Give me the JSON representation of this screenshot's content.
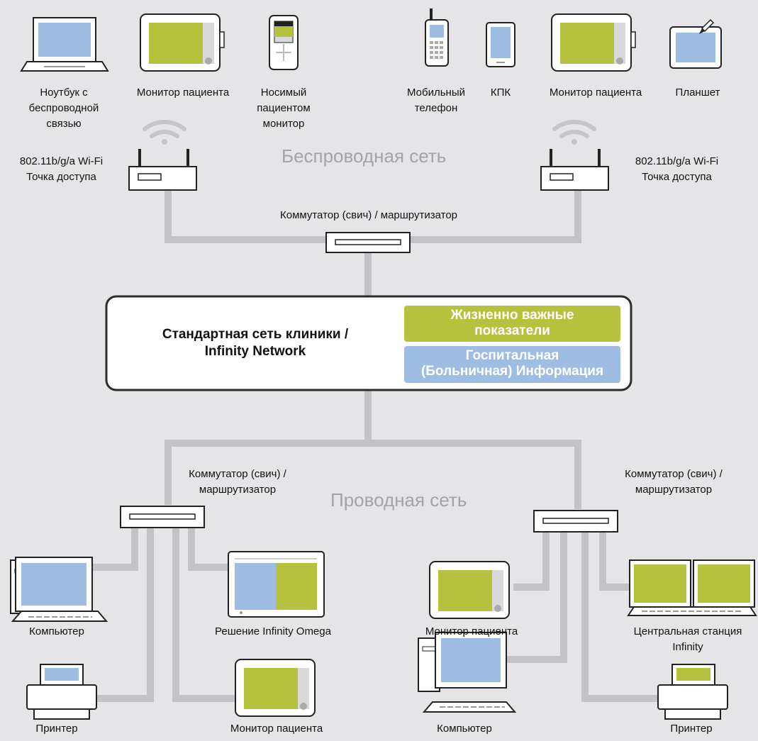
{
  "colors": {
    "background": "#e5e5e8",
    "link": "#c3c3c7",
    "wifi": "#c6c6ca",
    "vital": "#b5c23d",
    "info": "#9fbde3",
    "frame": "#2b2b2b"
  },
  "wireless": {
    "title": "Беспроводная сеть",
    "devices": [
      {
        "icon": "laptop-icon",
        "label": "Ноутбук с\nбеспроводной\nсвязью"
      },
      {
        "icon": "patient-monitor-icon",
        "label": "Монитор пациента"
      },
      {
        "icon": "wearable-monitor-icon",
        "label": "Носимый\nпациентом\nмонитор"
      },
      {
        "icon": "mobile-phone-icon",
        "label": "Мобильный\nтелефон"
      },
      {
        "icon": "pda-icon",
        "label": "КПК"
      },
      {
        "icon": "patient-monitor-icon",
        "label": "Монитор пациента"
      },
      {
        "icon": "tablet-icon",
        "label": "Планшет"
      }
    ],
    "access_point_left": "802.11b/g/a Wi-Fi\nТочка доступа",
    "access_point_right": "802.11b/g/a Wi-Fi\nТочка доступа",
    "switch_label": "Коммутатор (свич) / маршрутизатор"
  },
  "hub": {
    "title": "Стандартная сеть клиники /\nInfinity Network",
    "vital_label": "Жизненно важные\nпоказатели",
    "info_label": "Госпитальная\n(Больничная) Информация"
  },
  "wired": {
    "title": "Проводная сеть",
    "switch_left": "Коммутатор (свич) /\nмаршрутизатор",
    "switch_right": "Коммутатор (свич) /\nмаршрутизатор",
    "left_devices": [
      {
        "icon": "computer-icon",
        "label": "Компьютер"
      },
      {
        "icon": "infinity-omega-icon",
        "label": "Решение Infinity Omega"
      },
      {
        "icon": "printer-icon",
        "label": "Принтер"
      },
      {
        "icon": "patient-monitor-icon",
        "label": "Монитор пациента"
      }
    ],
    "right_devices": [
      {
        "icon": "patient-monitor-icon",
        "label": "Монитор пациента"
      },
      {
        "icon": "central-station-icon",
        "label": "Центральная станция\nInfinity"
      },
      {
        "icon": "computer-icon",
        "label": "Компьютер"
      },
      {
        "icon": "printer-icon",
        "label": "Принтер"
      }
    ]
  }
}
